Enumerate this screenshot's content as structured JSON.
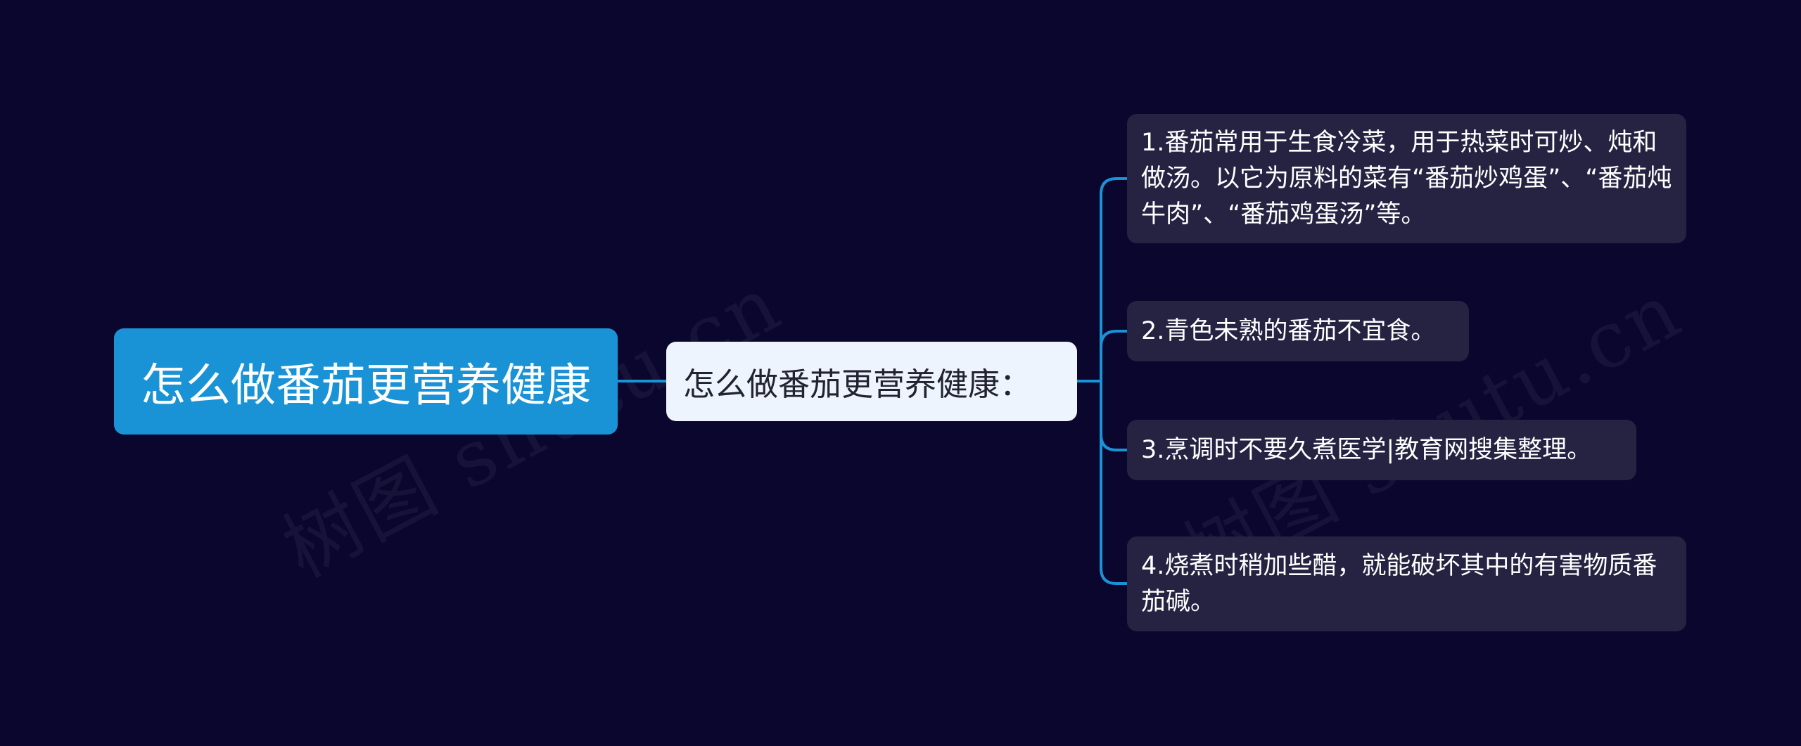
{
  "watermark": {
    "text_left": "树图 shutu.cn",
    "text_right": "树图 shutu.cn"
  },
  "colors": {
    "background": "#0b062e",
    "root_fill": "#1a93d6",
    "sub_fill": "#eef4fd",
    "leaf_fill": "#252242",
    "connector": "#1a93d6"
  },
  "mindmap": {
    "root": {
      "label": "怎么做番茄更营养健康"
    },
    "topic": {
      "label": "怎么做番茄更营养健康："
    },
    "leaves": [
      {
        "label": "1.番茄常用于生食冷菜，用于热菜时可炒、炖和做汤。以它为原料的菜有“番茄炒鸡蛋”、“番茄炖牛肉”、“番茄鸡蛋汤”等。"
      },
      {
        "label": "2.青色未熟的番茄不宜食。"
      },
      {
        "label": "3.烹调时不要久煮医学|教育网搜集整理。"
      },
      {
        "label": "4.烧煮时稍加些醋，就能破坏其中的有害物质番茄碱。"
      }
    ]
  }
}
